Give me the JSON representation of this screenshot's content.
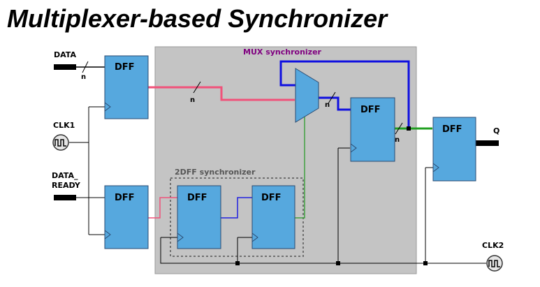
{
  "title": "Multiplexer-based Synchronizer",
  "colors": {
    "dff_fill": "#56a8de",
    "mux_region": "#c4c4c4",
    "data_bus": "#f0527a",
    "mux_feedback": "#1010e0",
    "output_bus": "#22a022",
    "enable_wire": "#40a040",
    "wire": "#000000",
    "mux_label": "#800080"
  },
  "labels": {
    "mux_region": "MUX synchronizer",
    "sync2": "2DFF synchronizer",
    "data_input": "DATA",
    "clk1": "CLK1",
    "data_ready_line1": "DATA_",
    "data_ready_line2": "READY",
    "clk2": "CLK2",
    "output": "Q",
    "bus_width": "n"
  },
  "blocks": [
    {
      "id": "dff-data-in",
      "label": "DFF"
    },
    {
      "id": "dff-ready-in",
      "label": "DFF"
    },
    {
      "id": "dff-sync1",
      "label": "DFF"
    },
    {
      "id": "dff-sync2",
      "label": "DFF"
    },
    {
      "id": "dff-mux-out",
      "label": "DFF"
    },
    {
      "id": "dff-output",
      "label": "DFF"
    }
  ],
  "icons": {
    "clock": "clock-source-icon",
    "mux": "multiplexer-icon"
  }
}
